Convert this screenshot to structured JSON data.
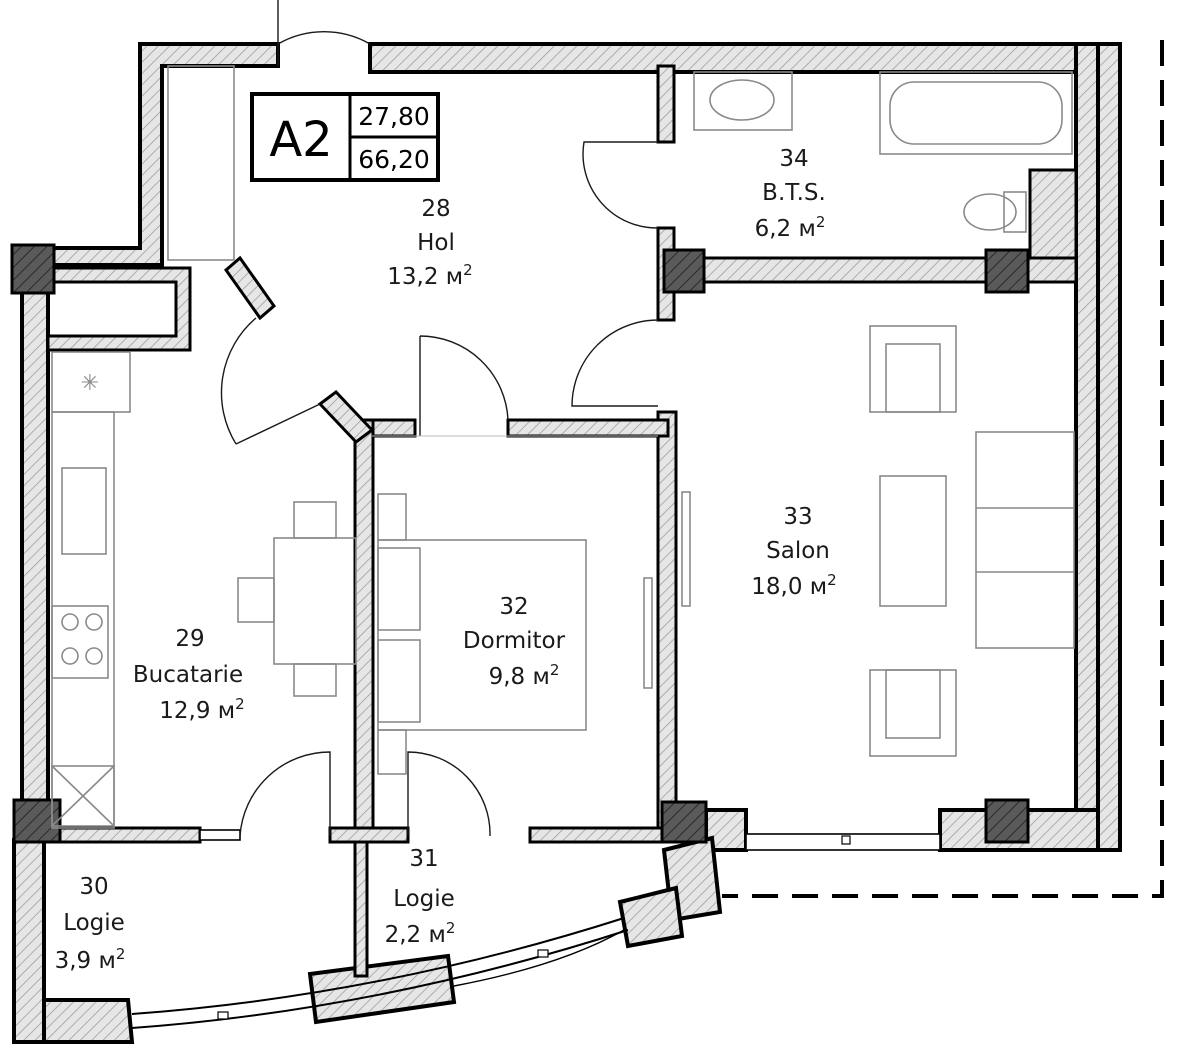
{
  "apartment": {
    "code": "A2",
    "living_area": "27,80",
    "total_area": "66,20"
  },
  "rooms": [
    {
      "id": "28",
      "name": "Hol",
      "area": "13,2 м",
      "unit_sup": "2"
    },
    {
      "id": "29",
      "name": "Bucatarie",
      "area": "12,9 м",
      "unit_sup": "2"
    },
    {
      "id": "30",
      "name": "Logie",
      "area": "3,9 м",
      "unit_sup": "2"
    },
    {
      "id": "31",
      "name": "Logie",
      "area": "2,2 м",
      "unit_sup": "2"
    },
    {
      "id": "32",
      "name": "Dormitor",
      "area": "9,8 м",
      "unit_sup": "2"
    },
    {
      "id": "33",
      "name": "Salon",
      "area": "18,0 м",
      "unit_sup": "2"
    },
    {
      "id": "34",
      "name": "B.T.S.",
      "area": "6,2 м",
      "unit_sup": "2"
    }
  ],
  "colors": {
    "wall_stroke": "#000000",
    "hatch": "#9a9a9a",
    "furniture": "#8a8a8a"
  }
}
